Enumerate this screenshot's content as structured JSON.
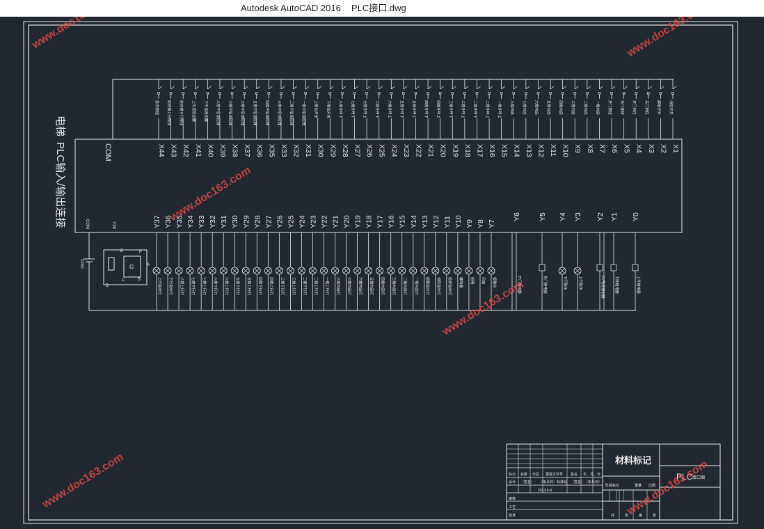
{
  "window": {
    "app_title": "Autodesk AutoCAD 2016",
    "file_name": "PLC接口.dwg"
  },
  "colors": {
    "background": "#212830",
    "line": "#e8e8e8",
    "watermark": "#d94a4a"
  },
  "drawing": {
    "vertical_title_1": "电梯",
    "vertical_title_2": "PLC输入/输出连接",
    "com_label": "COM",
    "com_small": "COM",
    "y38_label": "Y38",
    "voltage_label": "220V",
    "seg_labels": {
      "e": "E",
      "f": "F",
      "g": "G",
      "d": "D",
      "c": "C",
      "b": "B",
      "a": "A"
    },
    "inputs": [
      "X44",
      "X43",
      "X42",
      "X41",
      "X40",
      "X39",
      "X38",
      "X37",
      "X36",
      "X35",
      "X33",
      "X32",
      "X31",
      "X30",
      "X29",
      "X28",
      "X27",
      "X26",
      "X25",
      "X24",
      "X23",
      "X22",
      "X21",
      "X20",
      "X19",
      "X18",
      "X17",
      "X16",
      "X15",
      "X14",
      "X13",
      "X12",
      "X11",
      "X10",
      "X9",
      "X8",
      "X7",
      "X6",
      "X5",
      "X4",
      "X3",
      "X2",
      "X1"
    ],
    "outputs_left": [
      "Y37",
      "Y36",
      "Y35",
      "Y34",
      "Y33",
      "Y32",
      "Y31",
      "Y30",
      "Y29",
      "Y28",
      "Y27",
      "Y26",
      "Y25",
      "Y24",
      "Y23",
      "Y22",
      "Y21",
      "Y20",
      "Y19",
      "Y18",
      "Y17",
      "Y16",
      "Y15",
      "Y14",
      "Y13",
      "Y12",
      "Y11",
      "Y10",
      "Y9",
      "Y8",
      "Y7"
    ],
    "outputs_right": [
      "Y6",
      "Y5",
      "Y4",
      "Y3",
      "Y2",
      "Y1",
      "Y0"
    ],
    "input_labels": [
      "急停按钮",
      "检修慢上行按钮",
      "检修慢下行按钮",
      "上平层感应器",
      "下平层感应器",
      "八楼平层感应器",
      "七楼平层感应器",
      "六楼平层感应器",
      "五楼平层感应器",
      "四楼平层感应器",
      "三楼平层感应器",
      "二楼平层感应器",
      "一楼平层感应器",
      "上限位开关",
      "下限位开关",
      "八楼外呼下",
      "七楼外呼下",
      "七楼外呼上",
      "六楼外呼下",
      "六楼外呼上",
      "五楼外呼下",
      "五楼外呼上",
      "四楼外呼下",
      "四楼外呼上",
      "三楼外呼下",
      "三楼外呼上",
      "二楼外呼下",
      "二楼外呼上",
      "一楼外呼上",
      "八楼内选",
      "七楼内选",
      "六楼内选",
      "五楼内选",
      "四楼内选",
      "三楼内选",
      "二楼内选",
      "一楼内选",
      "开门按钮",
      "关门按钮",
      "开门到位",
      "关门到位",
      "超载开关",
      "消防开关"
    ],
    "output_labels_left": [
      "上行指示灯",
      "下行指示灯",
      "八楼上行灯",
      "七楼下行灯",
      "七楼上行灯",
      "六楼下行灯",
      "六楼上行灯",
      "五楼下行灯",
      "五楼上行灯",
      "四楼下行灯",
      "四楼上行灯",
      "三楼下行灯",
      "三楼上行灯",
      "二楼下行灯",
      "二楼上行灯",
      "一楼上行灯",
      "八楼内选灯",
      "七楼内选灯",
      "六楼内选灯",
      "五楼内选灯",
      "四楼内选灯",
      "三楼内选灯",
      "二楼内选灯",
      "一楼内选灯",
      "超载指示灯",
      "消防指示灯",
      "检修指示灯",
      "蜂鸣器",
      "照明",
      "风扇",
      "报警铃"
    ],
    "output_labels_right": [
      "开门继电器",
      "关门继电器",
      "下行指示",
      "上行指示",
      "KV电源接触器",
      "下降继电器",
      "上升继电器"
    ]
  },
  "title_block": {
    "material_label": "材料标记",
    "plc_label": "PLC",
    "drawing_name": "接口图",
    "date_value": "2013-6-8",
    "row_labels": [
      "标记",
      "处数",
      "分区",
      "更改文件号",
      "签名",
      "年、月、日"
    ],
    "sign_row": [
      "设计",
      "（签名）",
      "（年月日）",
      "标准化",
      "（签名）",
      "（年月日）"
    ],
    "approve_labels": [
      "审核",
      "工艺",
      "批准"
    ],
    "stage_labels": [
      "阶段标记",
      "重量",
      "比例"
    ],
    "sheet_labels": [
      "共",
      "张",
      "第",
      "张"
    ]
  },
  "watermark": "www.doc163.com"
}
